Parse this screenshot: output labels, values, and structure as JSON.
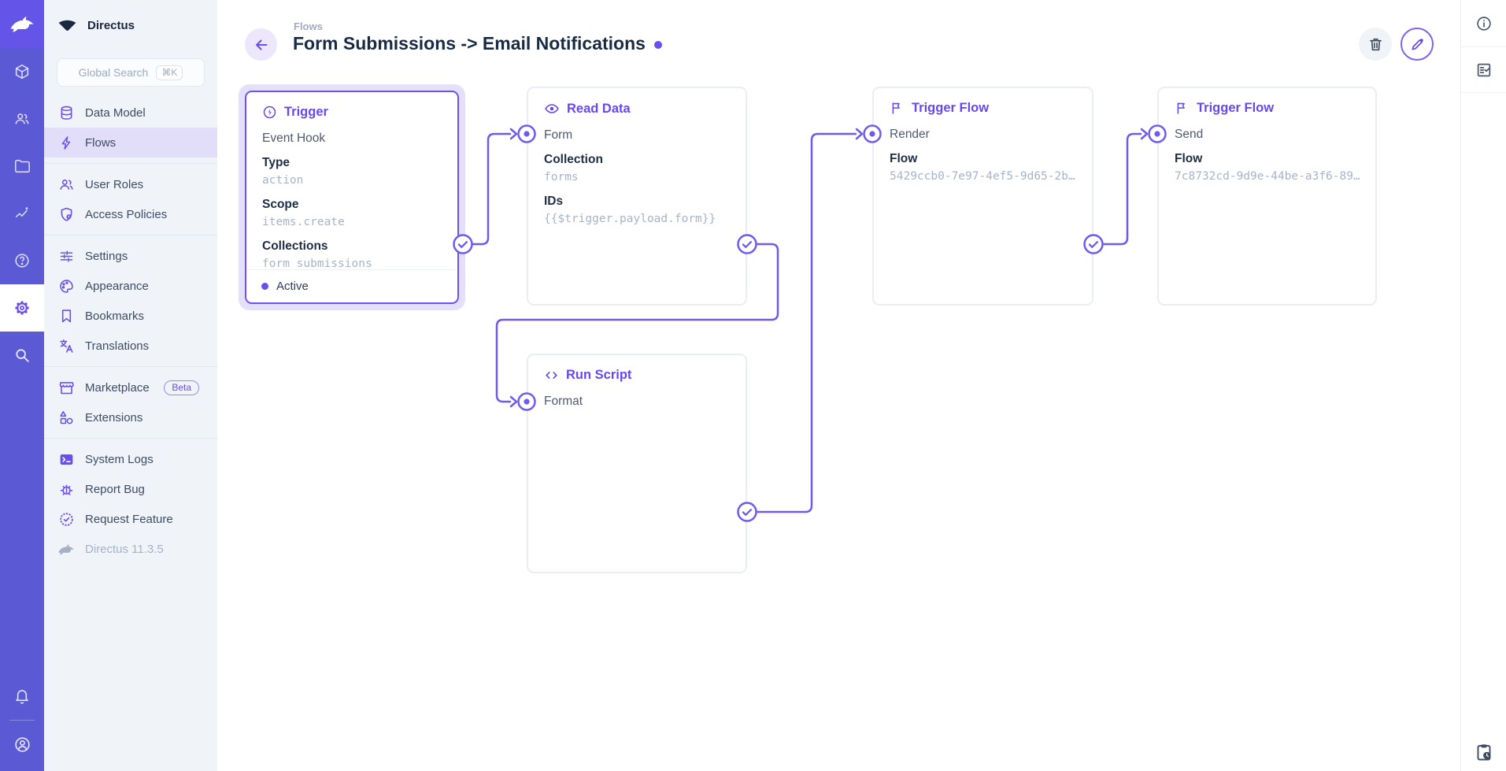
{
  "app": {
    "name": "Directus"
  },
  "module_bar": {
    "logo": "rabbit-logo",
    "modules": [
      "content",
      "users",
      "files",
      "insights",
      "docs",
      "settings",
      "search"
    ],
    "bottom": [
      "notifications",
      "account"
    ]
  },
  "sidebar": {
    "project_name": "Directus",
    "search": {
      "placeholder": "Global Search",
      "shortcut": "⌘K"
    },
    "items": [
      {
        "label": "Data Model"
      },
      {
        "label": "Flows",
        "active": true
      },
      {
        "label": "User Roles"
      },
      {
        "label": "Access Policies"
      },
      {
        "label": "Settings"
      },
      {
        "label": "Appearance"
      },
      {
        "label": "Bookmarks"
      },
      {
        "label": "Translations"
      },
      {
        "label": "Marketplace",
        "badge": "Beta"
      },
      {
        "label": "Extensions"
      },
      {
        "label": "System Logs"
      },
      {
        "label": "Report Bug"
      },
      {
        "label": "Request Feature"
      }
    ],
    "version": "Directus 11.3.5"
  },
  "header": {
    "breadcrumb": "Flows",
    "title": "Form Submissions -> Email Notifications",
    "status": "active"
  },
  "flow": {
    "nodes": [
      {
        "type": "Trigger",
        "icon": "bolt-circle-icon",
        "name": "Event Hook",
        "fields": [
          {
            "label": "Type",
            "value": "action"
          },
          {
            "label": "Scope",
            "value": "items.create"
          },
          {
            "label": "Collections",
            "value": "form_submissions"
          }
        ],
        "status": "Active",
        "selected": true
      },
      {
        "type": "Read Data",
        "icon": "eye-icon",
        "name": "Form",
        "fields": [
          {
            "label": "Collection",
            "value": "forms"
          },
          {
            "label": "IDs",
            "value": "{{$trigger.payload.form}}"
          }
        ]
      },
      {
        "type": "Trigger Flow",
        "icon": "flag-icon",
        "name": "Render",
        "fields": [
          {
            "label": "Flow",
            "value": "5429ccb0-7e97-4ef5-9d65-2b…"
          }
        ]
      },
      {
        "type": "Trigger Flow",
        "icon": "flag-icon",
        "name": "Send",
        "fields": [
          {
            "label": "Flow",
            "value": "7c8732cd-9d9e-44be-a3f6-89…"
          }
        ]
      },
      {
        "type": "Run Script",
        "icon": "code-icon",
        "name": "Format",
        "fields": []
      }
    ]
  },
  "colors": {
    "accent": "#6747F2",
    "module_bar": "#5B5AD4",
    "logo_tile": "#6455E8",
    "nav_active_bg": "#E2DDF9",
    "connector": "#6E5AF0",
    "selected_halo": "#E4DFFB",
    "title_text": "#182A44",
    "mono_value": "#A6B4C9"
  }
}
